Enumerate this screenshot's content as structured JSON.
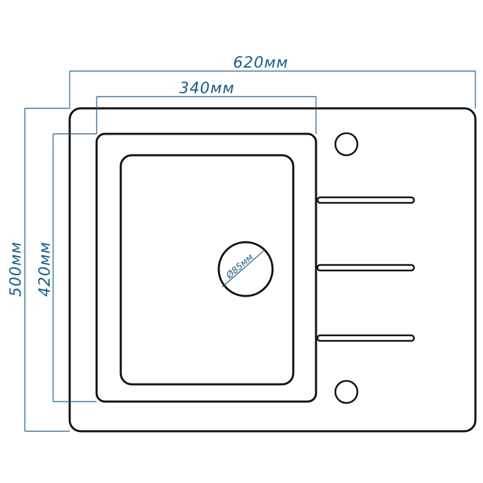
{
  "dimensions": {
    "overall_width": "620мм",
    "bowl_width": "340мм",
    "overall_height": "500мм",
    "bowl_height": "420мм",
    "drain_diameter": "Ø85мм"
  },
  "colors": {
    "dimension_lines": "#1a5b86",
    "outline": "#111111",
    "background": "#ffffff"
  }
}
